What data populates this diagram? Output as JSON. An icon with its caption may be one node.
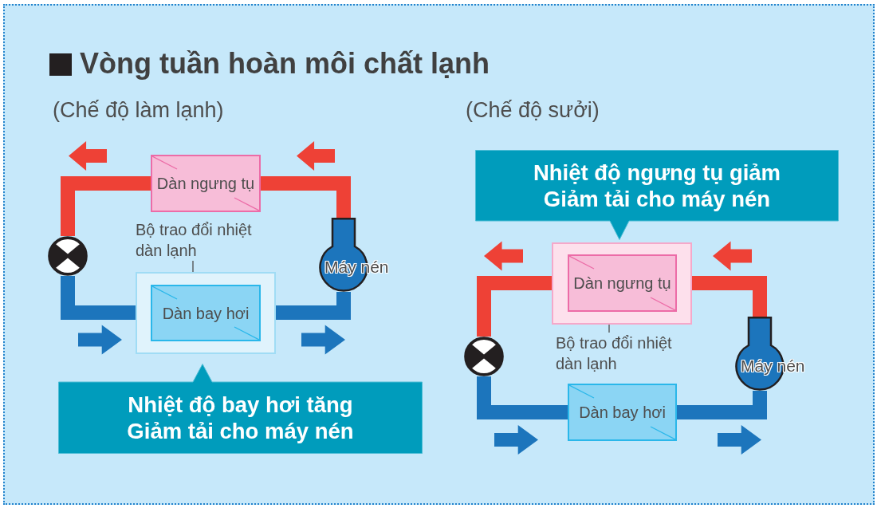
{
  "diagram": {
    "title": "Vòng tuần hoàn môi chất lạnh",
    "nodes": [
      {
        "text": [
          "Dàn ngưng tụ"
        ]
      },
      {
        "text": [],
        "shape": "circle"
      },
      {
        "text": [
          "Máy nén"
        ]
      },
      {
        "text": [
          "Bộ trao đổi nhiệt dàn lạnh"
        ]
      },
      {
        "text": [],
        "shape": "box"
      },
      {
        "text": [
          "Dàn bay hơi"
        ],
        "in": 4
      },
      {
        "text": [
          "Nhiệt độ bay hơi tăng",
          "Giảm tải cho máy nén"
        ]
      },
      {
        "text": [
          "Nhiệt độ ngưng tụ giảm",
          "Giảm tải cho máy nén"
        ]
      },
      {
        "text": [],
        "shape": "box"
      },
      {
        "text": [
          "Dàn ngưng tụ"
        ],
        "in": 8
      },
      {
        "text": [],
        "shape": "circle"
      },
      {
        "text": [
          "Bộ trao đổi nhiệt dàn lạnh"
        ]
      },
      {
        "text": [
          "Máy nén"
        ]
      },
      {
        "text": [
          "Dàn bay hơi"
        ]
      }
    ],
    "edges": [
      {
        "from": 2,
        "to": 0,
        "arrow": "none",
        "color": "#ee4136"
      },
      {
        "from": 0,
        "to": 1,
        "arrow": "none",
        "color": "#ee4136"
      },
      {
        "from": 1,
        "to": 4,
        "arrow": "none",
        "color": "#1c75bc"
      },
      {
        "from": 4,
        "to": 2,
        "arrow": "none",
        "color": "#1c75bc"
      },
      {
        "from": 3,
        "to": 4,
        "arrow": "none",
        "color": "#4d4d4d"
      },
      {
        "from": 12,
        "to": 8,
        "arrow": "none",
        "color": "#ee4136"
      },
      {
        "from": 8,
        "to": 10,
        "arrow": "none",
        "color": "#ee4136"
      },
      {
        "from": 10,
        "to": 13,
        "arrow": "none",
        "color": "#1c75bc"
      },
      {
        "from": 13,
        "to": 12,
        "arrow": "none",
        "color": "#1c75bc"
      },
      {
        "from": 11,
        "to": 8,
        "arrow": "none",
        "color": "#4d4d4d"
      }
    ],
    "labels": [
      "(Chế độ làm lạnh)",
      "(Chế độ sưởi)"
    ]
  }
}
